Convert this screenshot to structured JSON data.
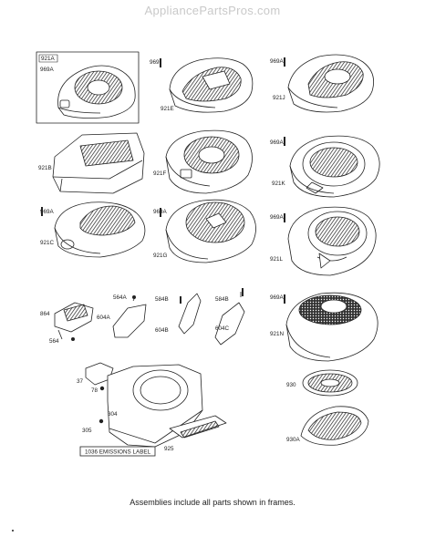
{
  "watermark": "AppliancePartsPros.com",
  "labels": {
    "l921A": "921A",
    "l969A_a": "969A",
    "l969": "969",
    "l921E": "921E",
    "l969A_b": "969A",
    "l921J": "921J",
    "l921B": "921B",
    "l921F": "921F",
    "l969A_c": "969A",
    "l921K": "921K",
    "l969A_d": "969A",
    "l921C": "921C",
    "l969A_e": "969A",
    "l921G": "921G",
    "l969A_f": "969A",
    "l921L": "921L",
    "l864": "864",
    "l564": "564",
    "l564A": "564A",
    "l604A": "604A",
    "l584B_a": "584B",
    "l604B": "604B",
    "l584B_b": "584B",
    "l604C": "604C",
    "l969A_g": "969A",
    "l921N": "921N",
    "l37": "37",
    "l78": "78",
    "l304": "304",
    "l305": "305",
    "l925": "925",
    "l930": "930",
    "l930A": "930A",
    "emissions": "1036 EMISSIONS LABEL"
  },
  "footer": "Assemblies include all parts shown in frames."
}
